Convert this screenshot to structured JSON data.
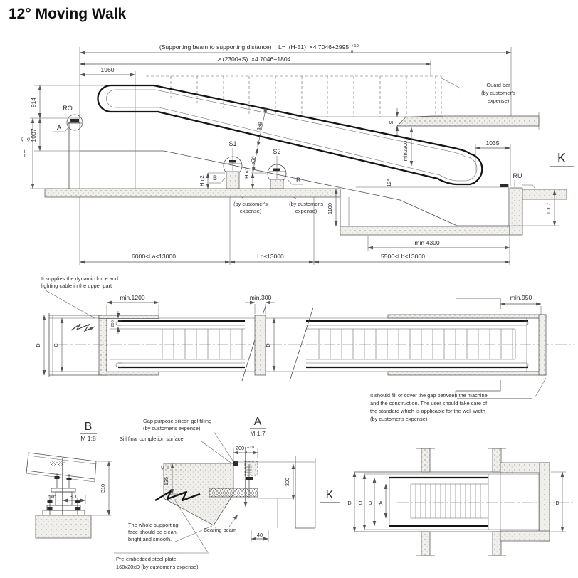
{
  "title": "12° Moving Walk",
  "elevation": {
    "dim_support": "(Supporting beam to supporting distance)    L=  (H-51)  ×4.7046+2995",
    "tol10_plus": "+10",
    "tol10_zero": "0",
    "dim_2300s": "≥ (2300+S)  ×4.7046+1804",
    "dim_1960": "1960",
    "dim_914": "914",
    "dim_1007_left": "1007",
    "h_label": "H=",
    "h_tol_plus": "+5",
    "h_tol_minus": "-5",
    "ro": "RO",
    "detail_a_ref": "A",
    "s1": "S1",
    "s2": "S2",
    "b_ref_1": "B",
    "b_ref_2": "B",
    "hm1": "Hm1",
    "hm2": "Hm2",
    "dim_938": "938",
    "dim_530": "530",
    "expense_1": [
      "(by customer's",
      "expense)"
    ],
    "expense_2": [
      "(by customer's",
      "expense)"
    ],
    "guard": [
      "Guard bar",
      "(by customer's",
      "expense)"
    ],
    "dim_s": "S",
    "dim_min2300": "min2300",
    "dim_1035": "1035",
    "ru": "RU",
    "angle": "12°",
    "dim_1100": "1100",
    "dim_min4300": "min 4300",
    "dim_1007_right": "1007",
    "dim_la": "6000≤La≤13000",
    "dim_lc": "Lc≤13000",
    "dim_lb": "5500≤Lb≤13000",
    "k_marker": "K"
  },
  "plan": {
    "supply_note": [
      "It supplies the dynamic force and",
      "lighting cable in the upper part"
    ],
    "dim_min1200": "min.1200",
    "dim_200": "200",
    "dim_d_left": "D",
    "dim_c_left": "C",
    "dim_min300": "min.300",
    "dim_d_mid": "D",
    "dim_min950": "min.950",
    "gap_note": [
      "It should fill or cover the gap between the machine",
      "and the construction. The user should take care of",
      "the standard which is applicable for the well width",
      "(by customer's expense)"
    ]
  },
  "detail_b": {
    "title": "B",
    "scale": "M 1:8",
    "dim_min": "min.",
    "dim_300": "300",
    "dim_310": "310"
  },
  "detail_a": {
    "title": "A",
    "scale": "M 1:7",
    "gel_note": [
      "Gap purpose silicon gel filling",
      "(by customer's expense)"
    ],
    "sill_note": "Sill final completion surface",
    "dim_200": "200",
    "tol200_plus": "+10",
    "tol200_zero": "0",
    "dim_135": "135",
    "tol135_plus": "+5",
    "tol135_zero": "0",
    "dim_300": "300",
    "dim_40": "40",
    "face_note": [
      "The whole supporting",
      "face should be clean,",
      "bright and smooth."
    ],
    "bearing": "Bearing beam",
    "plate_note": [
      "Pre-embedded steel plate",
      "160x20xD (by customer's expense)"
    ]
  },
  "section_k": {
    "title": "K",
    "dim_d_left": "D",
    "dim_c": "C",
    "dim_b": "B",
    "dim_a": "A",
    "dim_d_right": "D"
  }
}
